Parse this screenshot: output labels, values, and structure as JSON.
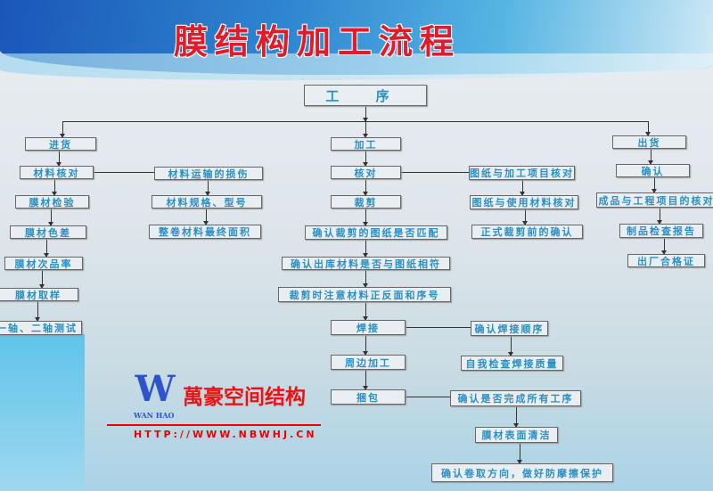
{
  "title": "膜结构加工流程",
  "root": "工 序",
  "left": {
    "head": "进货",
    "steps": [
      "材料核对",
      "膜材检验",
      "膜材色差",
      "膜材次品率",
      "膜材取样",
      "一轴、二轴测试"
    ],
    "branch": [
      "材料运输的损伤",
      "材料规格、型号",
      "整卷材料最终面积"
    ]
  },
  "center": {
    "head": "加工",
    "steps": [
      "核对",
      "裁剪",
      "确认裁剪的图纸是否匹配",
      "确认出库材料是否与图纸相符",
      "裁剪时注意材料正反面和序号",
      "焊接",
      "周边加工",
      "捆包"
    ],
    "branch_check": [
      "图纸与加工项目核对",
      "图纸与使用材料核对",
      "正式裁剪前的确认"
    ],
    "branch_pack": [
      "确认焊接顺序",
      "自我检查焊接质量",
      "确认是否完成所有工序",
      "膜材表面清洁",
      "确认卷取方向，做好防摩擦保护"
    ]
  },
  "right": {
    "head": "出货",
    "steps": [
      "确认",
      "成品与工程项目的核对",
      "制品检查报告",
      "出厂合格证"
    ]
  },
  "watermark": {
    "logo": "W",
    "logo_sub": "WAN HAO",
    "name": "萬豪空间结构",
    "url": "HTTP://WWW.NBWHJ.CN"
  },
  "colors": {
    "title": "#e01c2a",
    "box_text": "#2a8fc2",
    "banner": "#1a56b8"
  }
}
